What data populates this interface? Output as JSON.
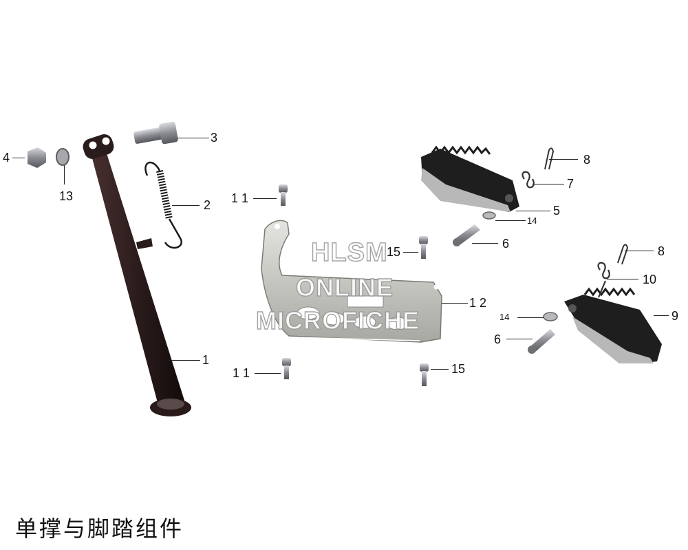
{
  "title": "单撑与脚踏组件",
  "watermark": {
    "line1": "HLSM",
    "line2": "ONLINE",
    "line3": "MICROFICHE"
  },
  "callouts": [
    {
      "id": "c1",
      "label": "1"
    },
    {
      "id": "c2",
      "label": "2"
    },
    {
      "id": "c3",
      "label": "3"
    },
    {
      "id": "c4",
      "label": "4"
    },
    {
      "id": "c13",
      "label": "13"
    },
    {
      "id": "c11a",
      "label": "1 1"
    },
    {
      "id": "c11b",
      "label": "1 1"
    },
    {
      "id": "c15a",
      "label": "15"
    },
    {
      "id": "c15b",
      "label": "15"
    },
    {
      "id": "c12",
      "label": "1 2"
    },
    {
      "id": "c8a",
      "label": "8"
    },
    {
      "id": "c7",
      "label": "7"
    },
    {
      "id": "c5",
      "label": "5"
    },
    {
      "id": "c14a",
      "label": "14"
    },
    {
      "id": "c6a",
      "label": "6"
    },
    {
      "id": "c8b",
      "label": "8"
    },
    {
      "id": "c10",
      "label": "10"
    },
    {
      "id": "c14b",
      "label": "14"
    },
    {
      "id": "c9",
      "label": "9"
    },
    {
      "id": "c6b",
      "label": "6"
    }
  ],
  "colors": {
    "stand": "#2b1c1c",
    "plate": "#c9c9c4",
    "peg": "#1e1e1e",
    "bolt": "#8a8c92"
  }
}
